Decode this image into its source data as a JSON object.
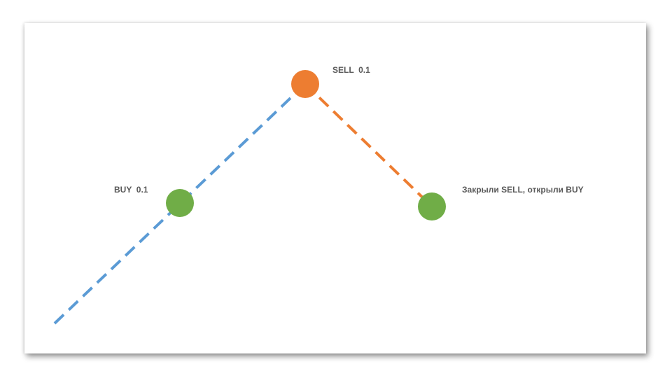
{
  "colors": {
    "buy_line": "#5b9bd5",
    "sell_line": "#ed7d31",
    "buy_point": "#70ad47",
    "sell_point": "#ed7d31",
    "label_text": "#595959"
  },
  "labels": {
    "buy": "BUY  0.1",
    "sell": "SELL  0.1",
    "reverse": "Закрыли SELL, открыли BUY"
  },
  "points": [
    {
      "id": "buy",
      "type": "buy",
      "color_key": "buy_point"
    },
    {
      "id": "sell",
      "type": "sell",
      "color_key": "sell_point"
    },
    {
      "id": "reverse",
      "type": "buy",
      "color_key": "buy_point"
    }
  ],
  "segments": [
    {
      "from": "start",
      "to": "sell",
      "color_key": "buy_line",
      "style": "dashed"
    },
    {
      "from": "sell",
      "to": "reverse",
      "color_key": "sell_line",
      "style": "dashed"
    }
  ]
}
